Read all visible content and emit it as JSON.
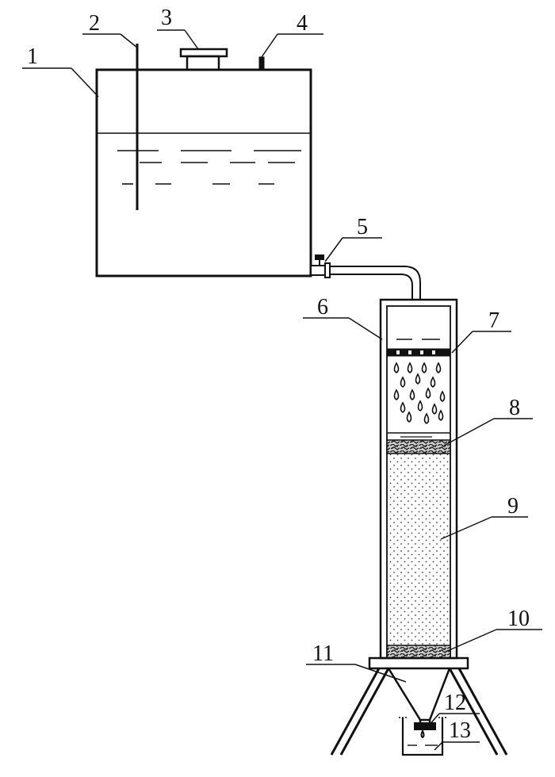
{
  "labels": {
    "l1": "1",
    "l2": "2",
    "l3": "3",
    "l4": "4",
    "l5": "5",
    "l6": "6",
    "l7": "7",
    "l8": "8",
    "l9": "9",
    "l10": "10",
    "l11": "11",
    "l12": "12",
    "l13": "13"
  },
  "colors": {
    "ink": "#111111",
    "background": "#ffffff"
  }
}
